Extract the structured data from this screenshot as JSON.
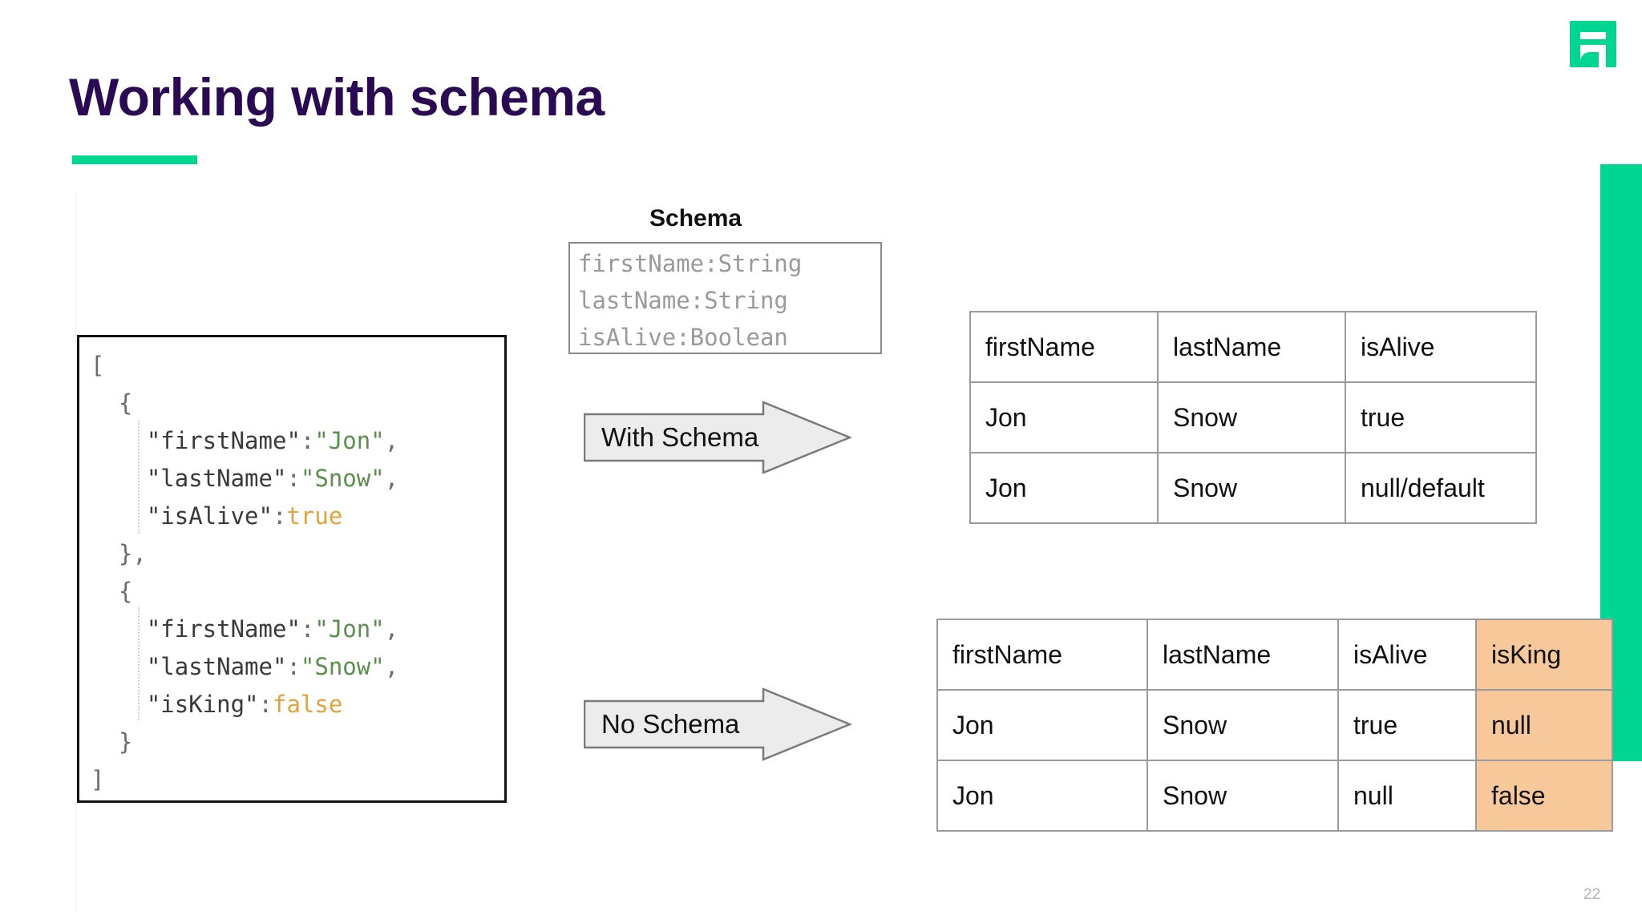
{
  "slide": {
    "title": "Working with schema",
    "page_number": "22",
    "accent_color": "#00D68F",
    "title_color": "#2A0A52",
    "highlight_color": "#F7C899"
  },
  "logo": {
    "name": "brand-logo",
    "color": "#00D68F"
  },
  "code_panel": {
    "name": "json-sample",
    "lines": [
      {
        "indent": 0,
        "tokens": [
          {
            "t": "[",
            "k": "punct"
          }
        ]
      },
      {
        "indent": 1,
        "tokens": [
          {
            "t": "{",
            "k": "punct"
          }
        ]
      },
      {
        "indent": 2,
        "tokens": [
          {
            "t": "\"firstName\"",
            "k": "key"
          },
          {
            "t": ":",
            "k": "punct"
          },
          {
            "t": "\"Jon\"",
            "k": "str"
          },
          {
            "t": ",",
            "k": "punct"
          }
        ]
      },
      {
        "indent": 2,
        "tokens": [
          {
            "t": "\"lastName\"",
            "k": "key"
          },
          {
            "t": ":",
            "k": "punct"
          },
          {
            "t": "\"Snow\"",
            "k": "str"
          },
          {
            "t": ",",
            "k": "punct"
          }
        ]
      },
      {
        "indent": 2,
        "tokens": [
          {
            "t": "\"isAlive\"",
            "k": "key"
          },
          {
            "t": ":",
            "k": "punct"
          },
          {
            "t": "true",
            "k": "bool"
          }
        ]
      },
      {
        "indent": 1,
        "tokens": [
          {
            "t": "}",
            "k": "punct"
          },
          {
            "t": ",",
            "k": "punct"
          }
        ]
      },
      {
        "indent": 1,
        "tokens": [
          {
            "t": "{",
            "k": "punct"
          }
        ]
      },
      {
        "indent": 2,
        "tokens": [
          {
            "t": "\"firstName\"",
            "k": "key"
          },
          {
            "t": ":",
            "k": "punct"
          },
          {
            "t": "\"Jon\"",
            "k": "str"
          },
          {
            "t": ",",
            "k": "punct"
          }
        ]
      },
      {
        "indent": 2,
        "tokens": [
          {
            "t": "\"lastName\"",
            "k": "key"
          },
          {
            "t": ":",
            "k": "punct"
          },
          {
            "t": "\"Snow\"",
            "k": "str"
          },
          {
            "t": ",",
            "k": "punct"
          }
        ]
      },
      {
        "indent": 2,
        "tokens": [
          {
            "t": "\"isKing\"",
            "k": "key"
          },
          {
            "t": ":",
            "k": "punct"
          },
          {
            "t": "false",
            "k": "bool"
          }
        ]
      },
      {
        "indent": 1,
        "tokens": [
          {
            "t": "}",
            "k": "punct"
          }
        ]
      },
      {
        "indent": 0,
        "tokens": [
          {
            "t": "]",
            "k": "punct"
          }
        ]
      }
    ]
  },
  "schema": {
    "label": "Schema",
    "fields": [
      "firstName:String",
      "lastName:String",
      "isAlive:Boolean"
    ]
  },
  "arrows": [
    {
      "name": "arrow-with-schema",
      "label": "With Schema"
    },
    {
      "name": "arrow-no-schema",
      "label": "No Schema"
    }
  ],
  "table_with_schema": {
    "name": "result-table-with-schema",
    "headers": [
      "firstName",
      "lastName",
      "isAlive"
    ],
    "rows": [
      [
        "Jon",
        "Snow",
        "true"
      ],
      [
        "Jon",
        "Snow",
        "null/default"
      ]
    ],
    "highlight_columns": []
  },
  "table_no_schema": {
    "name": "result-table-no-schema",
    "headers": [
      "firstName",
      "lastName",
      "isAlive",
      "isKing"
    ],
    "rows": [
      [
        "Jon",
        "Snow",
        "true",
        "null"
      ],
      [
        "Jon",
        "Snow",
        "null",
        "false"
      ]
    ],
    "highlight_columns": [
      3
    ]
  }
}
